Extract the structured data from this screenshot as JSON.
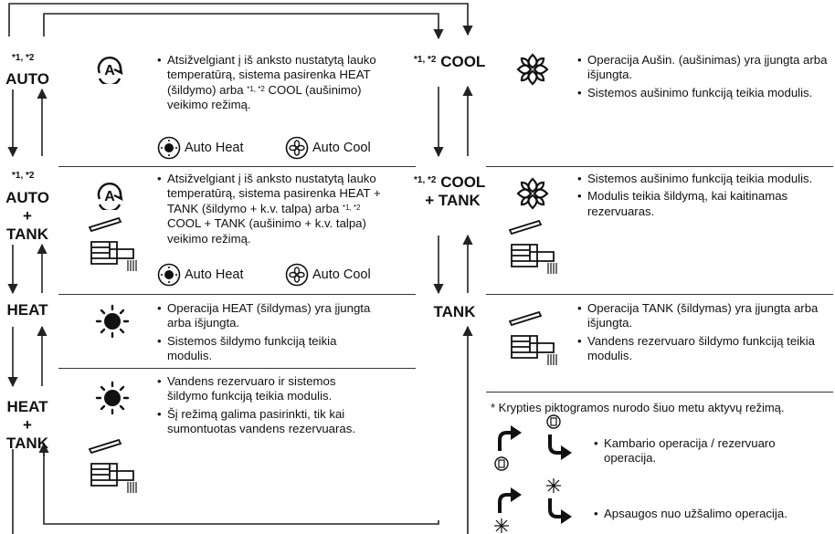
{
  "modes_left": {
    "auto": {
      "star": "*1, *2",
      "label": "AUTO"
    },
    "auto_tank": {
      "star": "*1, *2",
      "line1": "AUTO",
      "line2": "+ TANK"
    },
    "heat": {
      "label": "HEAT"
    },
    "heat_tank": {
      "line1": "HEAT",
      "line2": "+ TANK"
    }
  },
  "modes_right": {
    "cool": {
      "star": "*1, *2",
      "label": "COOL"
    },
    "cool_tank": {
      "star": "*1, *2",
      "line1": "COOL",
      "line2": "+ TANK"
    },
    "tank": {
      "label": "TANK"
    }
  },
  "descriptions": {
    "auto": {
      "b1_part1": "Atsižvelgiant į iš anksto nustatytą lauko temperatūrą, sistema pasirenka HEAT (šildymo) arba ",
      "b1_sup": "*1, *2",
      "b1_part2": " COOL (aušinimo) veikimo režimą."
    },
    "auto_tank": {
      "b1_part1": "Atsižvelgiant į iš anksto nustatytą lauko temperatūrą, sistema pasirenka HEAT + TANK (šildymo + k.v. talpa) arba ",
      "b1_sup": "*1, *2",
      "b1_part2": " COOL + TANK (aušinimo + k.v. talpa) veikimo režimą."
    },
    "heat": {
      "b1": "Operacija HEAT (šildymas) yra įjungta arba išjungta.",
      "b2": "Sistemos šildymo funkciją teikia modulis."
    },
    "heat_tank": {
      "b1": "Vandens rezervuaro ir sistemos šildymo funkciją teikia modulis.",
      "b2": "Šį režimą galima pasirinkti, tik kai sumontuotas vandens rezervuaras."
    },
    "cool": {
      "b1": "Operacija Aušin. (aušinimas) yra įjungta arba išjungta.",
      "b2": "Sistemos aušinimo funkciją teikia modulis."
    },
    "cool_tank": {
      "b1": "Sistemos aušinimo funkciją teikia modulis.",
      "b2": "Modulis teikia šildymą, kai kaitinamas rezervuaras."
    },
    "tank": {
      "b1": "Operacija TANK (šildymas) yra įjungta arba išjungta.",
      "b2": "Vandens rezervuaro šildymo funkciją teikia modulis."
    }
  },
  "auto_labels": {
    "heat": "Auto Heat",
    "cool": "Auto Cool"
  },
  "notes": {
    "header": "* Krypties piktogramos nurodo šiuo metu aktyvų režimą.",
    "room_tank": "Kambario operacija / rezervuaro operacija.",
    "antifreeze": "Apsaugos nuo užšalimo operacija."
  },
  "icons": [
    "auto-mode-icon",
    "sun-icon",
    "snowflake-icon",
    "faucet-icon",
    "arrow-icon"
  ],
  "colors": {
    "line": "#222222",
    "text": "#111111"
  }
}
